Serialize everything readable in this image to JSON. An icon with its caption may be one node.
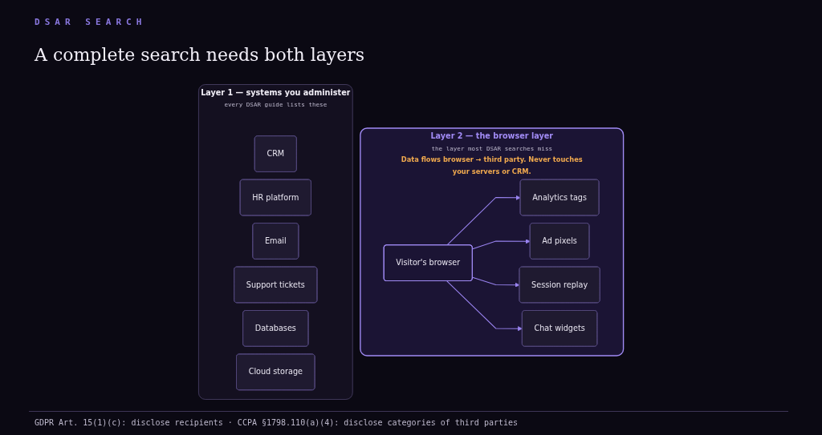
{
  "diagram": {
    "title": "A complete search needs both layers",
    "caption": "GDPR Art. 15(1)(c): disclose recipients · CCPA §1798.110(a)(4): disclose categories of third parties",
    "nodes": [
      {
        "text": [
          "Layer 1 — systems you administer",
          "every DSAR guide lists these"
        ]
      },
      {
        "text": [
          "CRM"
        ],
        "in": 0
      },
      {
        "text": [
          "HR platform"
        ],
        "in": 0
      },
      {
        "text": [
          "Email"
        ],
        "in": 0
      },
      {
        "text": [
          "Support tickets"
        ],
        "in": 0
      },
      {
        "text": [
          "Databases"
        ],
        "in": 0
      },
      {
        "text": [
          "Cloud storage"
        ],
        "in": 0
      },
      {
        "text": [
          "Layer 2 — the browser layer",
          "the layer most DSAR searches miss",
          "Data flows browser → third party. Never touches your servers or CRM."
        ]
      },
      {
        "text": [
          "Visitor's browser"
        ],
        "in": 7
      },
      {
        "text": [
          "Analytics tags"
        ],
        "in": 7
      },
      {
        "text": [
          "Ad pixels"
        ],
        "in": 7
      },
      {
        "text": [
          "Session replay"
        ],
        "in": 7
      },
      {
        "text": [
          "Chat widgets"
        ],
        "in": 7
      }
    ],
    "edges": [
      {
        "from": 8,
        "to": 9,
        "arrow": "to"
      },
      {
        "from": 8,
        "to": 10,
        "arrow": "to"
      },
      {
        "from": 8,
        "to": 11,
        "arrow": "to"
      },
      {
        "from": 8,
        "to": 12,
        "arrow": "to"
      }
    ],
    "labels": [
      "DSAR SEARCH"
    ]
  }
}
